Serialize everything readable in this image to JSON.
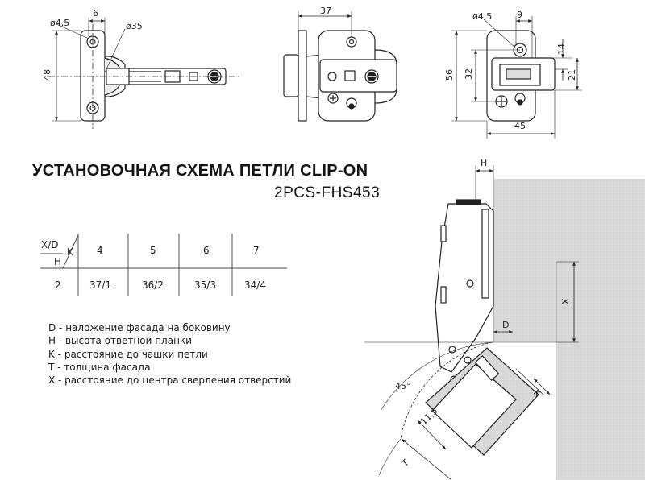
{
  "title": "УСТАНОВОЧНАЯ СХЕМА ПЕТЛИ CLIP-ON",
  "model": "2PCS-FHS453",
  "dimensions": {
    "top_view": {
      "hole_diameter": "ø4,5",
      "offset": "6",
      "cup_diameter": "ø35",
      "height": "48"
    },
    "side_view": {
      "depth": "37"
    },
    "plate_view": {
      "hole_diameter": "ø4,5",
      "offset": "9",
      "outer_height": "56",
      "inner_height": "32",
      "slot": "14",
      "width_right": "21",
      "width": "45"
    },
    "section_view": {
      "angle": "45°",
      "overlay_height": "H",
      "overlay": "D",
      "center_distance": "X",
      "cup_distance": "K",
      "thickness": "T",
      "edge": "11,5"
    }
  },
  "table": {
    "header_corner": {
      "xd": "X/D",
      "k": "K",
      "h": "H"
    },
    "columns": [
      "4",
      "5",
      "6",
      "7"
    ],
    "rows": [
      {
        "h": "2",
        "values": [
          "37/1",
          "36/2",
          "35/3",
          "34/4"
        ]
      }
    ]
  },
  "legend": [
    "D - наложение фасада на боковину",
    "H - высота ответной планки",
    "K - расстояние до чашки петли",
    "T - толщина фасада",
    "X - расстояние до центра сверления отверстий"
  ]
}
